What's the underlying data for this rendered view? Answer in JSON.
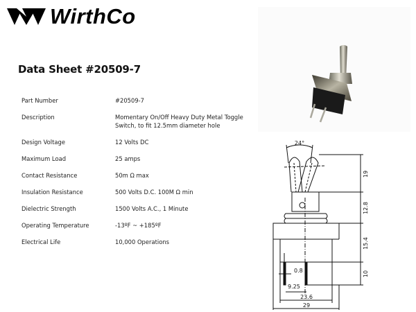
{
  "brand": {
    "name": "WirthCo"
  },
  "document": {
    "title": "Data Sheet #20509-7"
  },
  "specs": [
    {
      "label": "Part Number",
      "value": "#20509-7"
    },
    {
      "label": "Description",
      "value": "Momentary On/Off Heavy Duty Metal Toggle Switch, to fit 12.5mm  diameter hole"
    },
    {
      "label": "Design Voltage",
      "value": "12 Volts DC"
    },
    {
      "label": "Maximum  Load",
      "value": "25 amps"
    },
    {
      "label": "Contact Resistance",
      "value": "50m  Ω max"
    },
    {
      "label": "Insulation Resistance",
      "value": "500 Volts D.C. 100M Ω min"
    },
    {
      "label": "Dielectric Strength",
      "value": "1500 Volts A.C., 1 Minute"
    },
    {
      "label": "Operating Temperature",
      "value": "-13ºF ~ +185ºF"
    },
    {
      "label": "Electrical Life",
      "value": "10,000 Operations"
    }
  ],
  "drawing": {
    "angle": "24°",
    "dim_lever_height": "19",
    "dim_bushing_height": "12.8",
    "dim_body_upper": "15.4",
    "dim_terminal_length": "10",
    "dim_terminal_width": "0.8",
    "dim_terminal_spacing": "9.25",
    "dim_body_width": "23.6",
    "dim_flange_width": "29"
  }
}
